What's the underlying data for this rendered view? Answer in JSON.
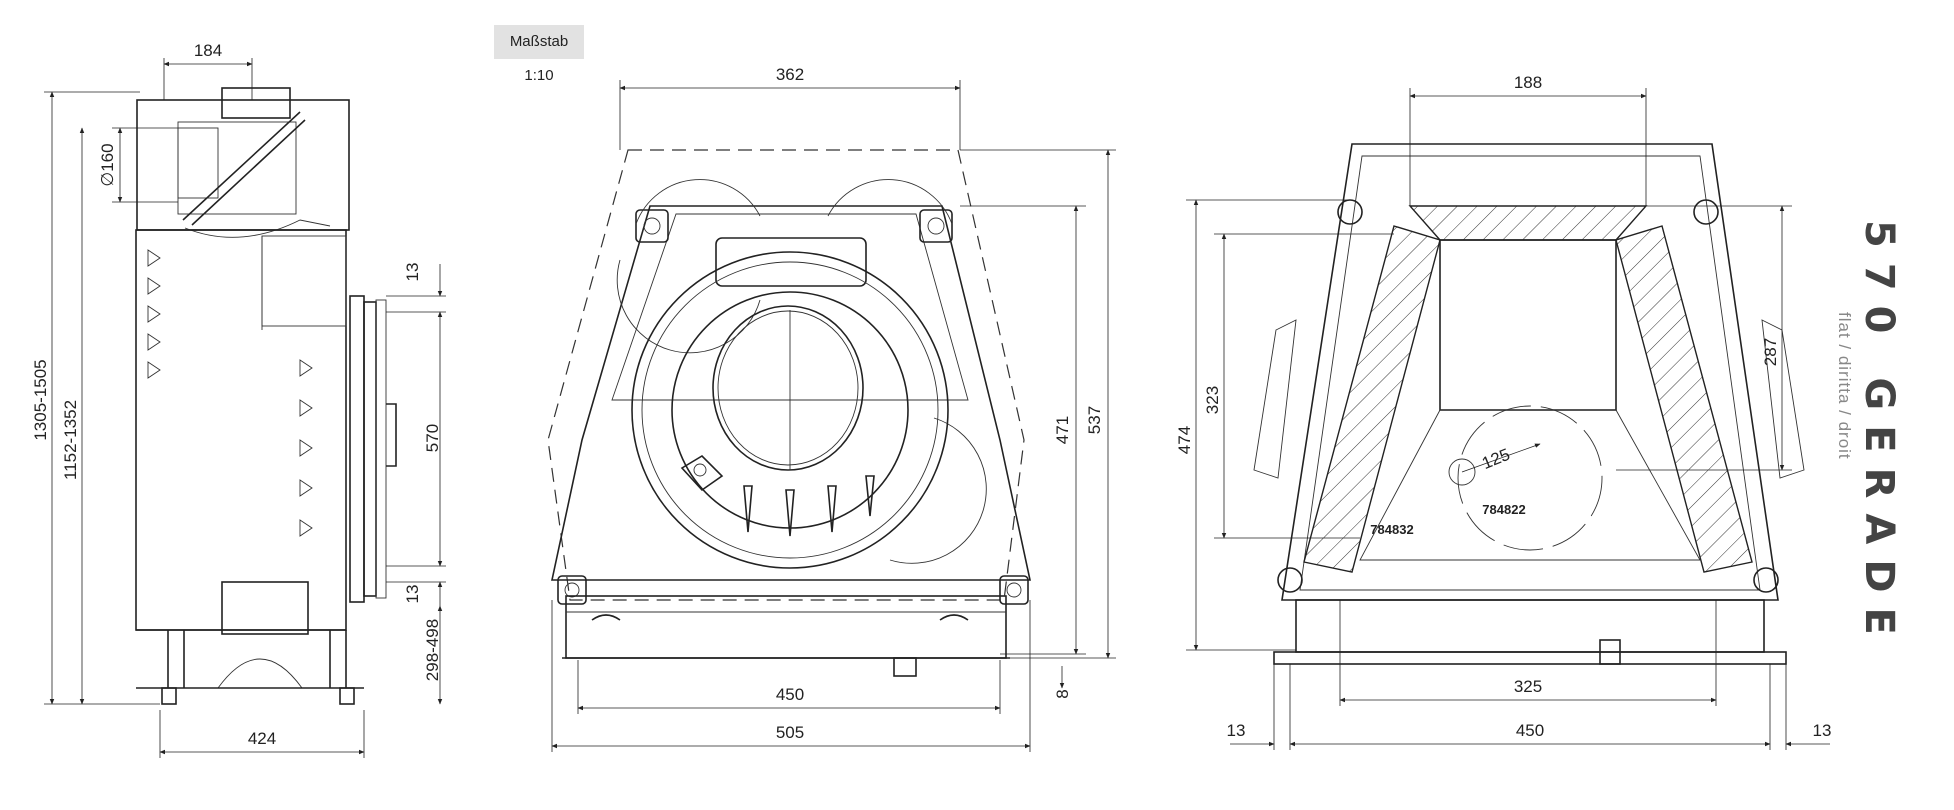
{
  "scale_label": "Maßstab 1:10",
  "title": {
    "main": "570 GERADE",
    "sub": "flat / diritta / droit"
  },
  "views": {
    "side": {
      "dims": {
        "top_width": "184",
        "pipe_diameter": "∅160",
        "total_height": "1305-1505",
        "height_range": "1152-1352",
        "glass_gap_top": "13",
        "glass_height": "570",
        "glass_gap_bottom": "13",
        "base_height": "298-498",
        "depth": "424"
      }
    },
    "front": {
      "dims": {
        "top_width": "362",
        "inner_height": "471",
        "outer_height": "537",
        "bottom_gap": "8",
        "inner_width": "450",
        "outer_width": "505"
      }
    },
    "top": {
      "dims": {
        "top_width": "188",
        "height_right": "287",
        "height_inner": "323",
        "height_outer": "474",
        "radius": "125",
        "width_bottom": "325",
        "width_total": "450",
        "margin_left": "13",
        "margin_right": "13"
      },
      "part_codes": [
        "784822",
        "784832"
      ]
    }
  }
}
